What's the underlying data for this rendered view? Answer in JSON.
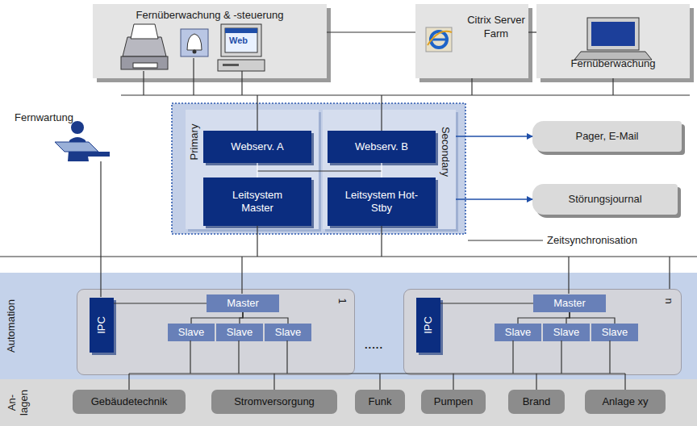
{
  "diagram": {
    "nodes": [
      {
        "text": [
          "Fernüberwachung & -steuerung"
        ]
      },
      {
        "text": [
          "Citrix Server Farm"
        ]
      },
      {
        "text": [
          "Fernüberwachung"
        ]
      },
      {
        "text": [
          "Primary"
        ]
      },
      {
        "text": [
          "Webserv. A"
        ],
        "in": 3
      },
      {
        "text": [
          "Leitsystem Master"
        ],
        "in": 3
      },
      {
        "text": [
          "Secondary"
        ]
      },
      {
        "text": [
          "Webserv. B"
        ],
        "in": 6
      },
      {
        "text": [
          "Leitsystem Hot-Stby"
        ],
        "in": 6
      },
      {
        "text": [
          "Pager, E-Mail"
        ]
      },
      {
        "text": [
          "Störungsjournal"
        ]
      },
      {
        "text": [
          "Automation"
        ]
      },
      {
        "text": [
          "1"
        ],
        "in": 11
      },
      {
        "text": [
          "IPC"
        ],
        "in": 12
      },
      {
        "text": [
          "Master"
        ],
        "in": 12
      },
      {
        "text": [
          "Slave"
        ],
        "in": 12
      },
      {
        "text": [
          "Slave"
        ],
        "in": 12
      },
      {
        "text": [
          "Slave"
        ],
        "in": 12
      },
      {
        "text": [
          "n"
        ],
        "in": 11
      },
      {
        "text": [
          "IPC"
        ],
        "in": 18
      },
      {
        "text": [
          "Master"
        ],
        "in": 18
      },
      {
        "text": [
          "Slave"
        ],
        "in": 18
      },
      {
        "text": [
          "Slave"
        ],
        "in": 18
      },
      {
        "text": [
          "Slave"
        ],
        "in": 18
      },
      {
        "text": [
          "An- lagen"
        ]
      },
      {
        "text": [
          "Gebäudetechnik"
        ],
        "in": 24
      },
      {
        "text": [
          "Stromversorgung"
        ],
        "in": 24
      },
      {
        "text": [
          "Funk"
        ],
        "in": 24
      },
      {
        "text": [
          "Pumpen"
        ],
        "in": 24
      },
      {
        "text": [
          "Brand"
        ],
        "in": 24
      },
      {
        "text": [
          "Anlage xy"
        ],
        "in": 24
      }
    ],
    "edges": [
      {
        "from": 4,
        "to": 5,
        "arrow": "none"
      },
      {
        "from": 7,
        "to": 8,
        "arrow": "none"
      },
      {
        "from": 6,
        "to": 9,
        "arrow": "to"
      },
      {
        "from": 6,
        "to": 10,
        "arrow": "to"
      },
      {
        "from": 13,
        "to": 14,
        "arrow": "none"
      },
      {
        "from": 14,
        "to": 15,
        "arrow": "none"
      },
      {
        "from": 14,
        "to": 16,
        "arrow": "none"
      },
      {
        "from": 14,
        "to": 17,
        "arrow": "none"
      },
      {
        "from": 19,
        "to": 20,
        "arrow": "none"
      },
      {
        "from": 20,
        "to": 21,
        "arrow": "none"
      },
      {
        "from": 20,
        "to": 22,
        "arrow": "none"
      },
      {
        "from": 20,
        "to": 23,
        "arrow": "none"
      },
      {
        "from": 0,
        "to": 1,
        "arrow": "none"
      },
      {
        "from": 1,
        "to": 2,
        "arrow": "none"
      }
    ],
    "labels": [
      "Web",
      "Fernwartung",
      "Zeitsynchronisation",
      "....."
    ]
  }
}
